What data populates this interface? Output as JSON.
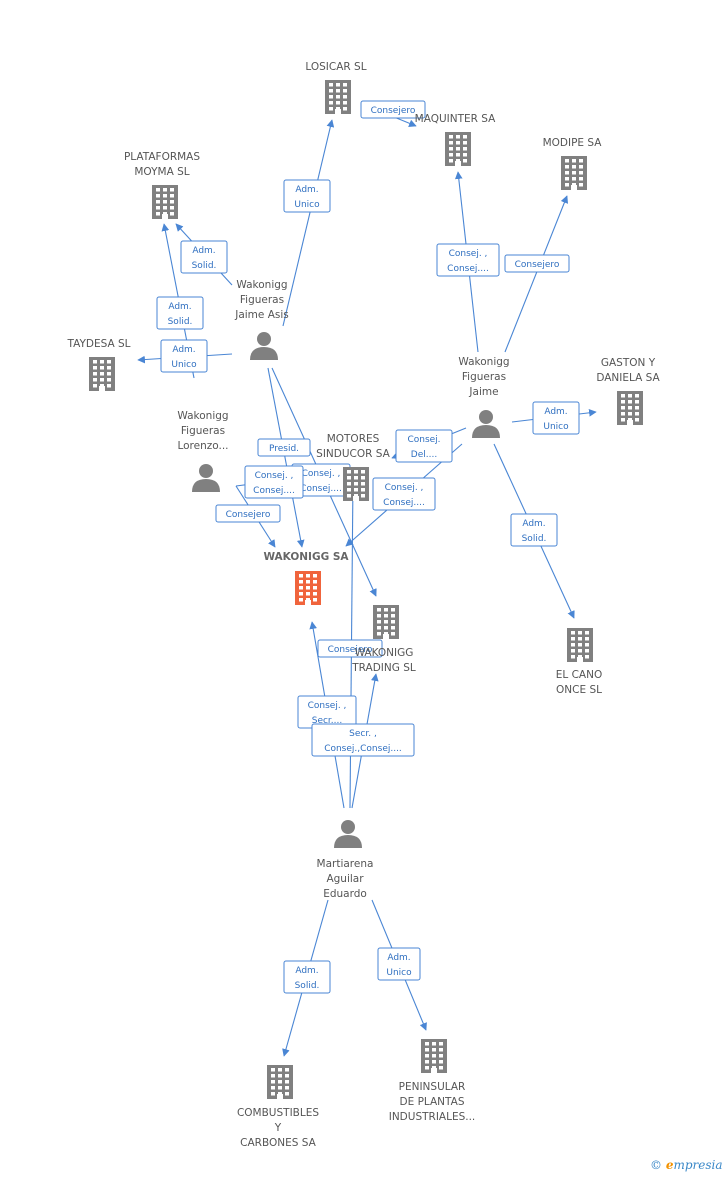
{
  "nodes": [
    {
      "id": "losicar",
      "kind": "company",
      "lines": [
        "LOSICAR SL"
      ]
    },
    {
      "id": "maquinter",
      "kind": "company",
      "lines": [
        "MAQUINTER SA"
      ]
    },
    {
      "id": "plataformas",
      "kind": "company",
      "lines": [
        "PLATAFORMAS",
        "MOYMA SL"
      ]
    },
    {
      "id": "modipe",
      "kind": "company",
      "lines": [
        "MODIPE SA"
      ]
    },
    {
      "id": "taydesa",
      "kind": "company",
      "lines": [
        "TAYDESA SL"
      ]
    },
    {
      "id": "gaston",
      "kind": "company",
      "lines": [
        "GASTON Y",
        "DANIELA SA"
      ]
    },
    {
      "id": "motores",
      "kind": "company",
      "lines": [
        "MOTORES",
        "SINDUCOR SA"
      ]
    },
    {
      "id": "wakonigg_sa",
      "kind": "focus",
      "lines": [
        "WAKONIGG SA"
      ]
    },
    {
      "id": "trading",
      "kind": "company",
      "lines": [
        "WAKONIGG",
        "TRADING SL"
      ]
    },
    {
      "id": "elcano",
      "kind": "company",
      "lines": [
        "EL CANO",
        "ONCE SL"
      ]
    },
    {
      "id": "combustibles",
      "kind": "company",
      "lines": [
        "COMBUSTIBLES",
        "Y",
        "CARBONES SA"
      ]
    },
    {
      "id": "peninsular",
      "kind": "company",
      "lines": [
        "PENINSULAR",
        "DE PLANTAS",
        "INDUSTRIALES..."
      ]
    },
    {
      "id": "p_jaime_asis",
      "kind": "person",
      "lines": [
        "Wakonigg",
        "Figueras",
        "Jaime Asis"
      ]
    },
    {
      "id": "p_jaime",
      "kind": "person",
      "lines": [
        "Wakonigg",
        "Figueras",
        "Jaime"
      ]
    },
    {
      "id": "p_lorenzo",
      "kind": "person",
      "lines": [
        "Wakonigg",
        "Figueras",
        "Lorenzo..."
      ]
    },
    {
      "id": "p_eduardo",
      "kind": "person",
      "lines": [
        "Martiarena",
        "Aguilar",
        "Eduardo"
      ]
    }
  ],
  "edges": [
    {
      "from": "p_jaime_asis",
      "to": "losicar",
      "label": [
        "Adm.",
        "Unico"
      ]
    },
    {
      "from": "p_jaime_asis",
      "to": "plataformas",
      "label": [
        "Adm.",
        "Solid."
      ]
    },
    {
      "from": "p_jaime_asis",
      "to": "taydesa",
      "label": [
        "Adm.",
        "Unico"
      ]
    },
    {
      "from": "p_jaime_asis",
      "to": "wakonigg_sa",
      "label": [
        "Presid."
      ]
    },
    {
      "from": "p_jaime_asis",
      "to": "trading",
      "label": [
        "Consej. ,",
        "Consej...."
      ]
    },
    {
      "from": "p_lorenzo",
      "to": "plataformas",
      "label": [
        "Adm.",
        "Solid."
      ]
    },
    {
      "from": "p_lorenzo",
      "to": "motores",
      "label": [
        "Consej. ,",
        "Consej...."
      ]
    },
    {
      "from": "p_lorenzo",
      "to": "wakonigg_sa",
      "label": [
        "Consejero"
      ]
    },
    {
      "from": "p_jaime",
      "to": "maquinter",
      "label": [
        "Consej. ,",
        "Consej...."
      ]
    },
    {
      "from": "p_jaime",
      "to": "modipe",
      "label": [
        "Consejero"
      ]
    },
    {
      "from": "p_jaime",
      "to": "gaston",
      "label": [
        "Adm.",
        "Unico"
      ]
    },
    {
      "from": "p_jaime",
      "to": "motores",
      "label": [
        "Consej.",
        "Del...."
      ]
    },
    {
      "from": "p_jaime",
      "to": "wakonigg_sa",
      "label": [
        "Consej. ,",
        "Consej...."
      ]
    },
    {
      "from": "p_jaime",
      "to": "elcano",
      "label": [
        "Adm.",
        "Solid."
      ]
    },
    {
      "from": "losicar",
      "to": "maquinter",
      "label": [
        "Consejero"
      ]
    },
    {
      "from": "p_eduardo",
      "to": "motores",
      "label": [
        "Consejero"
      ]
    },
    {
      "from": "p_eduardo",
      "to": "wakonigg_sa",
      "label": [
        "Consej. ,",
        "Secr...."
      ]
    },
    {
      "from": "p_eduardo",
      "to": "trading",
      "label": [
        "Secr. ,",
        "Consej.,Consej...."
      ]
    },
    {
      "from": "p_eduardo",
      "to": "combustibles",
      "label": [
        "Adm.",
        "Solid."
      ]
    },
    {
      "from": "p_eduardo",
      "to": "peninsular",
      "label": [
        "Adm.",
        "Unico"
      ]
    }
  ],
  "colors": {
    "edge": "#4a86d4",
    "company_icon": "#808080",
    "focus_icon": "#f0643c",
    "person_icon": "#808080"
  },
  "brand": {
    "copyright": "©",
    "initial": "e",
    "rest": "mpresia"
  }
}
